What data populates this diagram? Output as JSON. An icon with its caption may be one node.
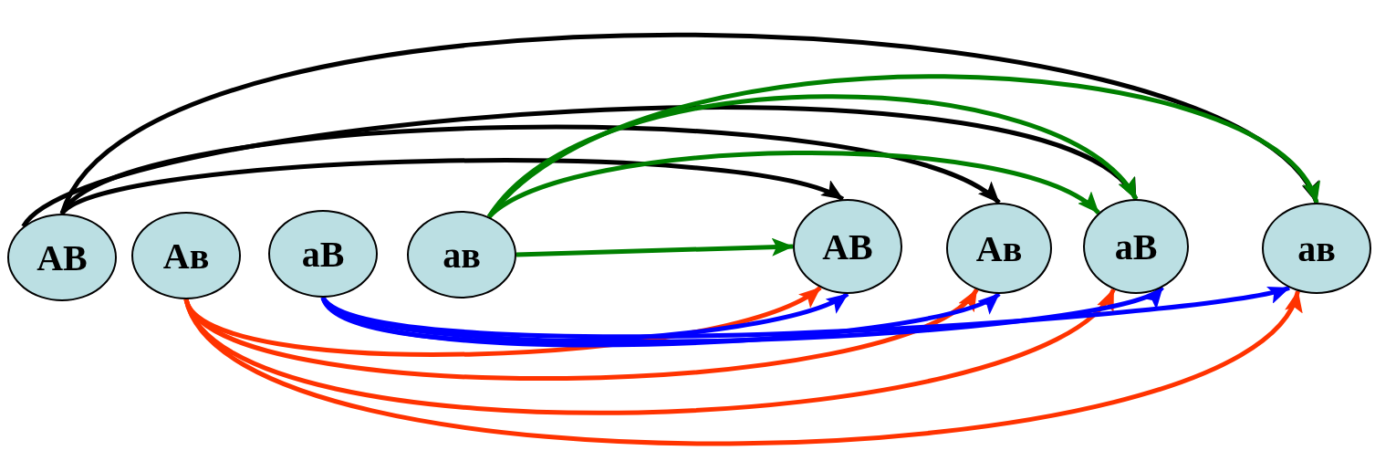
{
  "diagram": {
    "nodes": [
      {
        "text": [
          "AB"
        ]
      },
      {
        "text": [
          "Aв"
        ]
      },
      {
        "text": [
          "aB"
        ]
      },
      {
        "text": [
          "aв"
        ]
      },
      {
        "text": [
          "AB"
        ]
      },
      {
        "text": [
          "Aв"
        ]
      },
      {
        "text": [
          "aB"
        ]
      },
      {
        "text": [
          "aв"
        ]
      }
    ],
    "edges": [
      {
        "from": 0,
        "to": 4,
        "arrow": "to",
        "color": "#000000"
      },
      {
        "from": 0,
        "to": 5,
        "arrow": "to",
        "color": "#000000"
      },
      {
        "from": 0,
        "to": 6,
        "arrow": "to",
        "color": "#000000"
      },
      {
        "from": 0,
        "to": 7,
        "arrow": "to",
        "color": "#000000"
      },
      {
        "from": 3,
        "to": 4,
        "arrow": "to",
        "color": "#008000"
      },
      {
        "from": 3,
        "to": 6,
        "arrow": "to",
        "color": "#008000"
      },
      {
        "from": 3,
        "to": 6,
        "arrow": "to",
        "color": "#008000"
      },
      {
        "from": 3,
        "to": 7,
        "arrow": "to",
        "color": "#008000"
      },
      {
        "from": 1,
        "to": 4,
        "arrow": "to",
        "color": "#ff3300"
      },
      {
        "from": 1,
        "to": 5,
        "arrow": "to",
        "color": "#ff3300"
      },
      {
        "from": 1,
        "to": 6,
        "arrow": "to",
        "color": "#ff3300"
      },
      {
        "from": 1,
        "to": 7,
        "arrow": "to",
        "color": "#ff3300"
      },
      {
        "from": 2,
        "to": 4,
        "arrow": "to",
        "color": "#0000ff"
      },
      {
        "from": 2,
        "to": 5,
        "arrow": "to",
        "color": "#0000ff"
      },
      {
        "from": 2,
        "to": 6,
        "arrow": "to",
        "color": "#0000ff"
      },
      {
        "from": 2,
        "to": 7,
        "arrow": "to",
        "color": "#0000ff"
      }
    ]
  }
}
